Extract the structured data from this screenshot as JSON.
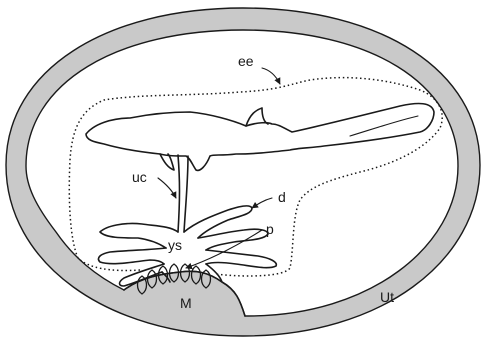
{
  "labels": {
    "ee": "ee",
    "uc": "uc",
    "d": "d",
    "ys": "ys",
    "p": "p",
    "m": "M",
    "ut": "Ut"
  },
  "colors": {
    "uterine_wall": "#c9c9c9",
    "line": "#1a1a1a",
    "background": "#ffffff"
  }
}
